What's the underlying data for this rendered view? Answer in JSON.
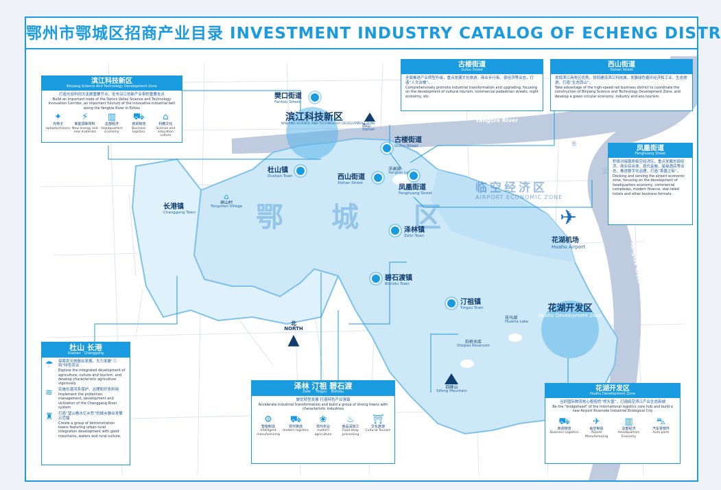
{
  "header": {
    "title": "鄂州市鄂城区招商产业目录 INVESTMENT INDUSTRY CATALOG OF ECHENG DISTRICT"
  },
  "colors": {
    "accent": "#1a9be0",
    "region": "#cde9f8",
    "river": "#b9c7dc",
    "text": "#0f3d6e"
  },
  "map": {
    "big_chars": [
      "鄂",
      "城",
      "区"
    ],
    "airport_zone": {
      "zh": "临空经济区",
      "en": "AIRPORT ECONOMIC ZONE"
    },
    "rivers": {
      "yangtze": "Yangtze River",
      "yangtze_v": "Yangtze River",
      "chang": "长",
      "jiang": "江"
    },
    "compass": {
      "zh": "北",
      "en": "NORTH"
    },
    "places": {
      "binjiang": {
        "zh": "滨江科技新区",
        "en": "BINJIANG SCIENCE AND TECHNOLOGY DEVELOPMENT ZONE"
      },
      "fankou": {
        "zh": "樊口街道",
        "en": "Fankou Street"
      },
      "xishan": {
        "zh": "西山",
        "en": "Xishan"
      },
      "gulou": {
        "zh": "古楼街道",
        "en": "Gulou Street"
      },
      "yanglan": {
        "zh": "洋澜湖",
        "en": "Yanglan Lake"
      },
      "xishanst": {
        "zh": "西山街道",
        "en": "Xishan Street"
      },
      "fenghuang": {
        "zh": "凤凰街道",
        "en": "Fenghuang Street"
      },
      "dushan": {
        "zh": "杜山镇",
        "en": "Dushan Town"
      },
      "changgang": {
        "zh": "长港镇",
        "en": "Changgang Town"
      },
      "tongshan": {
        "zh": "峒山村",
        "en": "Tongshan Village"
      },
      "zelin": {
        "zh": "泽林镇",
        "en": "Zelin Town"
      },
      "bishidu": {
        "zh": "碧石渡镇",
        "en": "Bishidu Town"
      },
      "tingzu": {
        "zh": "汀祖镇",
        "en": "Tingzu Town"
      },
      "huahu_dev": {
        "zh": "花湖开发区",
        "en": "Huahu Development Zone"
      },
      "huama": {
        "zh": "花马湖",
        "en": "Huama Lake"
      },
      "shiqiao": {
        "zh": "石桥水库",
        "en": "Shiqiao Reservoir"
      },
      "sifeng": {
        "zh": "四峰山",
        "en": "Sifeng Mountain"
      },
      "airport": {
        "zh": "花湖机场",
        "en": "Huahu Airport"
      }
    }
  },
  "panels": {
    "binjiang": {
      "title": "滨江科技新区",
      "subtitle": "Binjiang Science And Technology Development Zone",
      "zh": "打造光谷科创大走廊重要节点、全市沿江创新产业带的重要支点",
      "en": "Build an important node of the Optics Valley Science and Technology Innovation Corridor, an important fulcrum of the innovative industrial belt along the Yangtze River in Ezhou",
      "icons": [
        {
          "zh": "光电子",
          "en": "optoelectronics",
          "g": "✦"
        },
        {
          "zh": "新能源新材料",
          "en": "New energy and new materials",
          "g": "⚡"
        },
        {
          "zh": "总部经济",
          "en": "Headquarters Economy",
          "g": "▥"
        },
        {
          "zh": "商贸物流",
          "en": "Business logistics",
          "g": "⛟"
        },
        {
          "zh": "科教文化",
          "en": "Science and education culture",
          "g": "⌂"
        }
      ]
    },
    "gulou": {
      "title": "古楼街道",
      "subtitle": "Gulou Street",
      "zh": "全面推进产业转型升级，重点发展文化旅游、商业步行街、夜经济等业态，打造“人文古楼”。",
      "en": "Comprehensively promote industrial transformation and upgrading, focusing on the development of cultural tourism, commercial pedestrian streets, night economy, etc."
    },
    "xishan": {
      "title": "西山街道",
      "subtitle": "Xishan Street",
      "zh": "发挥滨江商务区优势，协同建设滨江科技城，发展绿色循环经济和工业、生态旅游，打造“生态西山”。",
      "en": "Take advantage of the high-speed rail business district to coordinate the construction of Binjiang Science and Technology Development Zone, and develop a green circular economy, industry and eco-tourism."
    },
    "fenghuang": {
      "title": "凤凰街道",
      "subtitle": "Fenghuang Street",
      "zh": "积极对接服务临空经济区，重点发展总部经济、商业综合体、现代金融、星级酒店等业态，推进数字化治理，打造“首善之街”。",
      "en": "Docking and serving the airport economic zone, focusing on the development of headquarters economy, commercial complexes, modern finance, star-rated hotels and other business formats."
    },
    "dushan": {
      "title": "杜山 长港",
      "sub_dushan": "Dushan",
      "sub_changgang": "Changgang",
      "items": [
        {
          "g": "☂",
          "zh": "探索农文旅融合发展，大力发展“三特”特色农业",
          "en": "Explore the integrated development of agriculture, culture and tourism, and develop characteristic agriculture vigorously"
        },
        {
          "g": "≋",
          "zh": "实施长港河系保护、治理和开发利用",
          "en": "Implement the protection, management, development and utilization of the Changgang River system"
        },
        {
          "g": "♜",
          "zh": "打造“望山看水忆乡愁”的城乡融合发展示范镇",
          "en": "Create a group of demonstration towns featuring urban-rural integration development with good mountains, waters and rural culture."
        }
      ]
    },
    "zelin": {
      "title": "泽林 汀祖 碧石渡",
      "sub_zelin": "Zelin",
      "sub_tingzu": "Tingzu",
      "sub_bishidu": "Bishidu",
      "zh": "做优转型发展 打造特色产业强镇",
      "en": "Accelerate industrial transformation and build a group of strong towns with characteristic industries",
      "icons": [
        {
          "zh": "智能制造",
          "en": "Intelligent manufacturing",
          "g": "⚙"
        },
        {
          "zh": "现代物流",
          "en": "modern logistics",
          "g": "⛟"
        },
        {
          "zh": "现代农业",
          "en": "modern agriculture",
          "g": "❀"
        },
        {
          "zh": "食品深加工",
          "en": "Food deep processing",
          "g": "♨"
        },
        {
          "zh": "文化旅游",
          "en": "Cultural Tourism",
          "g": "⛩"
        }
      ]
    },
    "huahu": {
      "title": "花湖开发区",
      "subtitle": "Huahu Development Zone",
      "zh": "当好国际物流核心枢纽的“桥头堡”，打造临空滨江产业生态新城",
      "en": "Be the \"bridgehead\" of the international logistics core hub and build a new Airport Riverside Industrial Ecological City",
      "icons": [
        {
          "zh": "商贸物流",
          "en": "Business Logistics",
          "g": "⛟"
        },
        {
          "zh": "临空制造",
          "en": "Airport Manufacturing",
          "g": "✈"
        },
        {
          "zh": "总部经济",
          "en": "Headquarters Economy",
          "g": "▥"
        },
        {
          "zh": "汽车零部件",
          "en": "Auto parts",
          "g": "⛍"
        }
      ]
    }
  }
}
